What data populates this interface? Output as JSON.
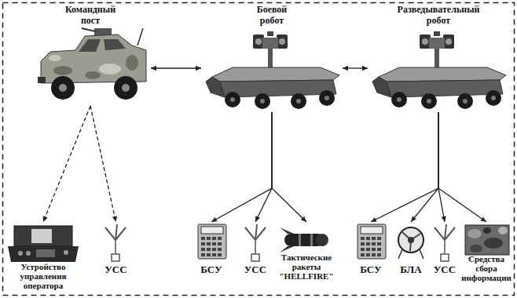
{
  "diagram": {
    "nodes": [
      {
        "text": [
          "Командный пост"
        ]
      },
      {
        "text": [
          "Боевой робот"
        ]
      },
      {
        "text": [
          "Разведывательный робот"
        ]
      },
      {
        "text": [
          "Устройство управления оператора"
        ]
      },
      {
        "text": [
          "УСС"
        ]
      },
      {
        "text": [
          "БСУ"
        ]
      },
      {
        "text": [
          "УСС"
        ]
      },
      {
        "text": [
          "Тактические ракеты \"HELLFIRE\""
        ]
      },
      {
        "text": [
          "БСУ"
        ]
      },
      {
        "text": [
          "БЛА"
        ]
      },
      {
        "text": [
          "УСС"
        ]
      },
      {
        "text": [
          "Средства сбора информации"
        ]
      }
    ],
    "edges": [
      {
        "from": 0,
        "to": 1,
        "arrow": "both"
      },
      {
        "from": 1,
        "to": 2,
        "arrow": "both"
      },
      {
        "from": 0,
        "to": 3,
        "arrow": "to"
      },
      {
        "from": 0,
        "to": 4,
        "arrow": "to"
      },
      {
        "from": 1,
        "to": 5,
        "arrow": "to"
      },
      {
        "from": 1,
        "to": 6,
        "arrow": "to"
      },
      {
        "from": 1,
        "to": 7,
        "arrow": "to"
      },
      {
        "from": 2,
        "to": 8,
        "arrow": "to"
      },
      {
        "from": 2,
        "to": 9,
        "arrow": "to"
      },
      {
        "from": 2,
        "to": 10,
        "arrow": "to"
      },
      {
        "from": 2,
        "to": 11,
        "arrow": "to"
      }
    ]
  }
}
